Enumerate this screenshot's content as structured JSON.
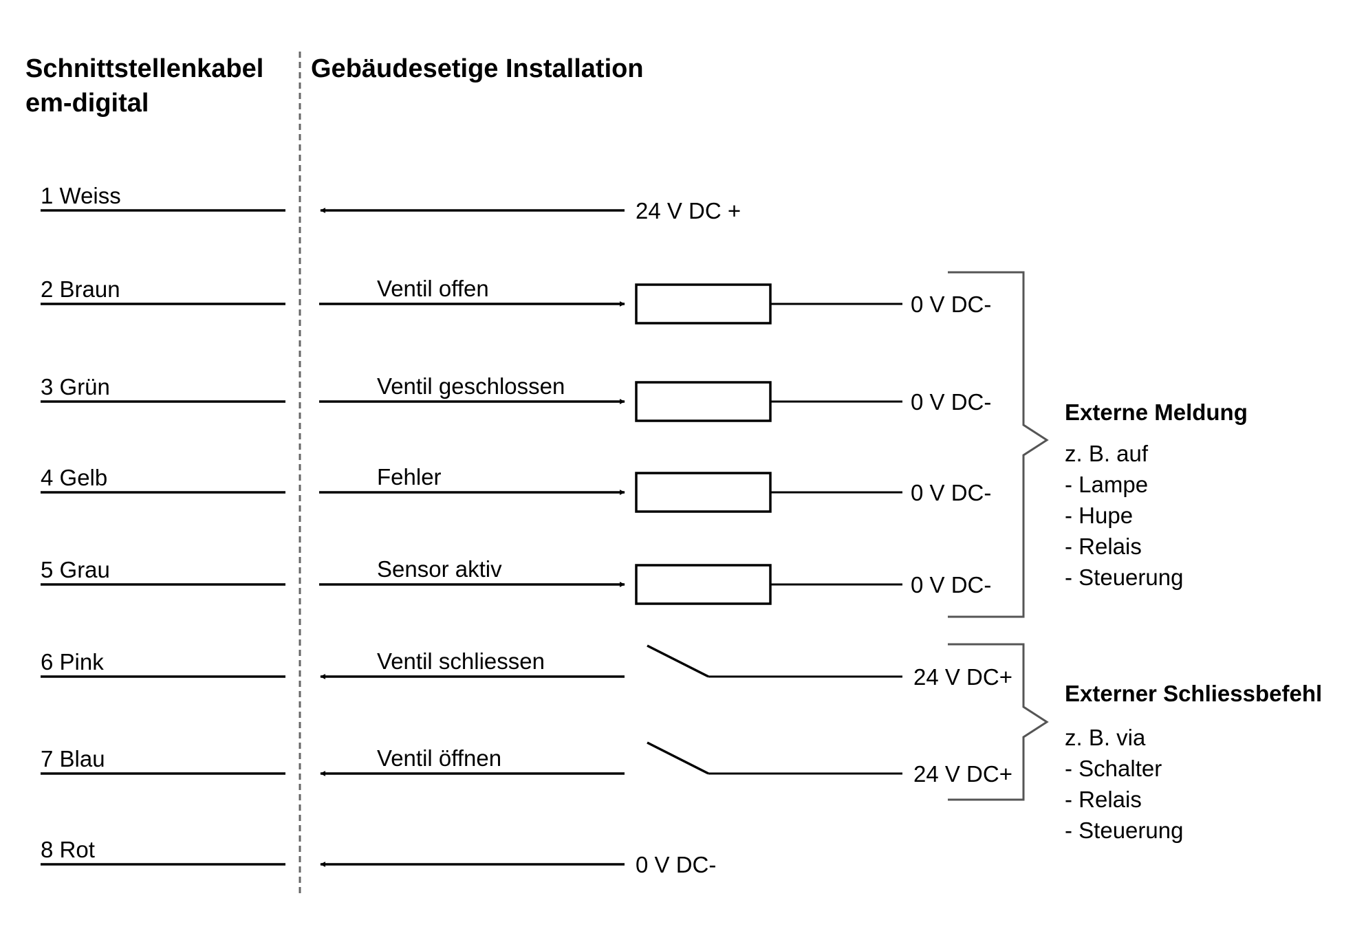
{
  "headers": {
    "left_line1": "Schnittstellenkabel",
    "left_line2": "em-digital",
    "right": "Gebäudesetige Installation"
  },
  "wires": [
    {
      "label": "1 Weiss",
      "direction": "in",
      "signal": "",
      "voltage": "24 V DC +",
      "element": "none"
    },
    {
      "label": "2 Braun",
      "direction": "out",
      "signal": "Ventil offen",
      "voltage": "0 V DC-",
      "element": "load"
    },
    {
      "label": "3 Grün",
      "direction": "out",
      "signal": "Ventil geschlossen",
      "voltage": "0 V DC-",
      "element": "load"
    },
    {
      "label": "4 Gelb",
      "direction": "out",
      "signal": "Fehler",
      "voltage": "0 V DC-",
      "element": "load"
    },
    {
      "label": "5 Grau",
      "direction": "out",
      "signal": "Sensor aktiv",
      "voltage": "0 V DC-",
      "element": "load"
    },
    {
      "label": "6 Pink",
      "direction": "in",
      "signal": "Ventil schliessen",
      "voltage": "24 V DC+",
      "element": "switch"
    },
    {
      "label": "7 Blau",
      "direction": "in",
      "signal": "Ventil öffnen",
      "voltage": "24 V DC+",
      "element": "switch"
    },
    {
      "label": "8 Rot",
      "direction": "in",
      "signal": "",
      "voltage": "0 V DC-",
      "element": "none"
    }
  ],
  "groups": {
    "meldung": {
      "title": "Externe Meldung",
      "lines": [
        "z. B. auf",
        "- Lampe",
        "- Hupe",
        "- Relais",
        "- Steuerung"
      ]
    },
    "schliess": {
      "title": "Externer Schliessbefehl",
      "lines": [
        "z. B. via",
        "- Schalter",
        "- Relais",
        "- Steuerung"
      ]
    }
  },
  "colors": {
    "line": "#000000",
    "bracket": "#555555",
    "divider": "#666666"
  }
}
